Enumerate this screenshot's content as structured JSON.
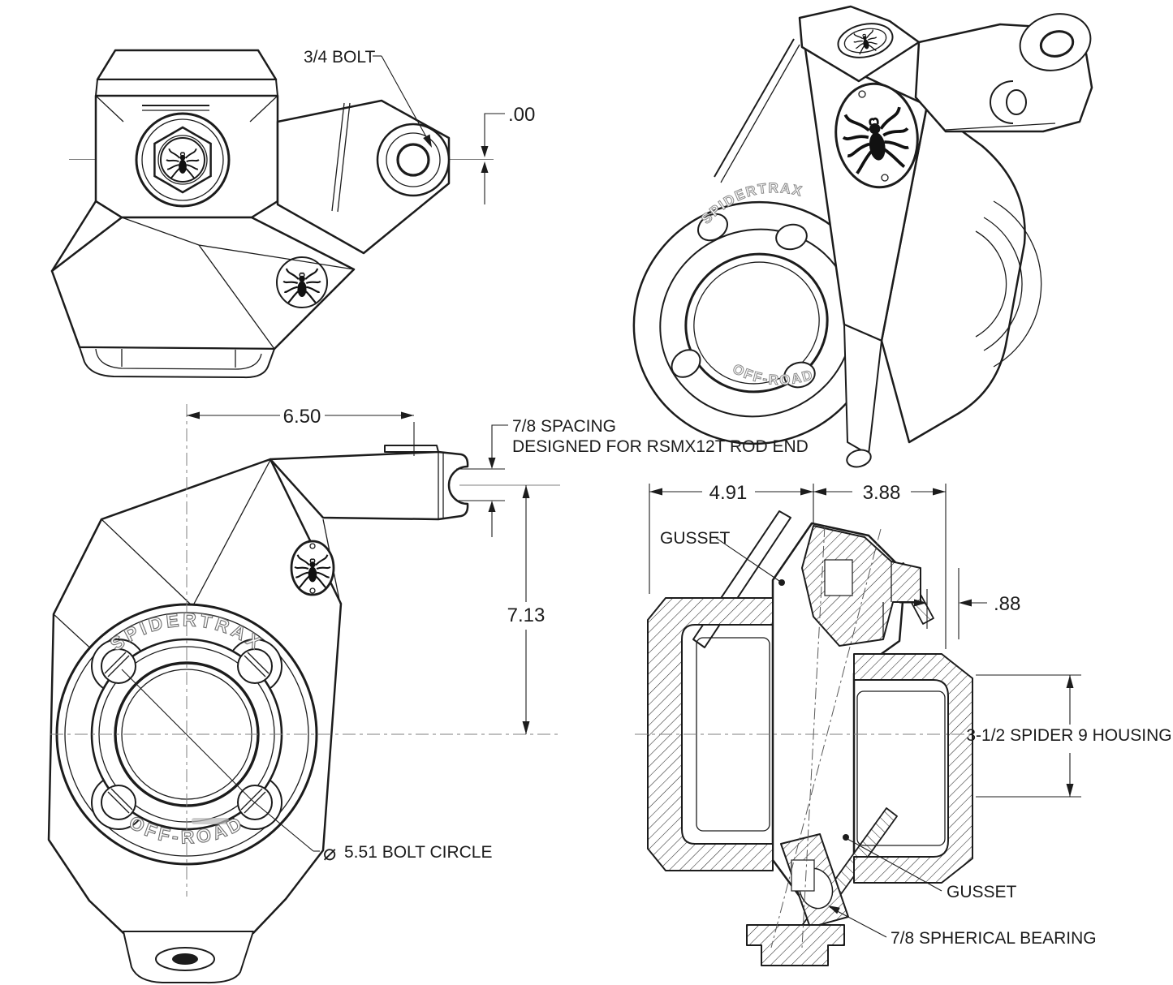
{
  "page": {
    "background": "#ffffff",
    "ink": "#1c1c1c",
    "construction_gray": "#7f7f7f"
  },
  "views": {
    "front": {
      "callouts": {
        "bolt": "3/4 BOLT"
      },
      "dims": {
        "offset": ".00"
      }
    },
    "iso": {
      "brand": {
        "ring_top": "SPIDERTRAX",
        "ring_bottom": "OFF-ROAD"
      }
    },
    "side": {
      "dims": {
        "width": "6.50",
        "height": "7.13"
      },
      "callouts": {
        "spacing_line1": "7/8 SPACING",
        "spacing_line2": "DESIGNED FOR RSMX12T ROD END",
        "diameter_symbol": "⌀",
        "bolt_circle": "5.51 BOLT CIRCLE"
      },
      "brand": {
        "ring_top": "SPIDERTRAX",
        "ring_bottom": "OFF-ROAD"
      }
    },
    "section": {
      "dims": {
        "left_width": "4.91",
        "right_width": "3.88",
        "gusset_offset": ".88"
      },
      "callouts": {
        "gusset_upper": "GUSSET",
        "gusset_lower": "GUSSET",
        "housing": "3-1/2 SPIDER 9 HOUSING",
        "bearing": "7/8 SPHERICAL BEARING"
      }
    }
  }
}
